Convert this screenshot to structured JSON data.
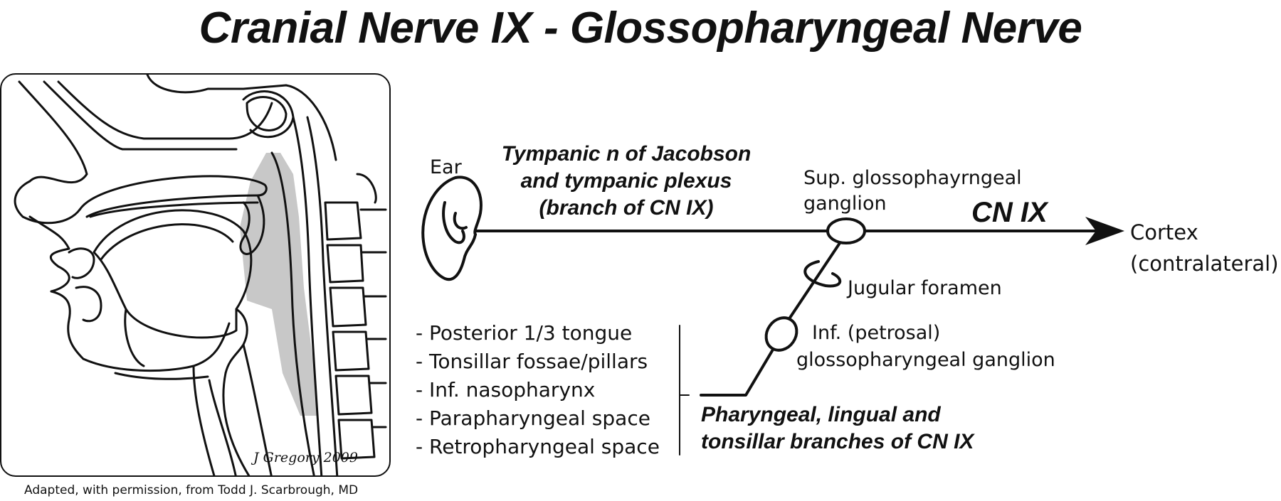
{
  "title": "Cranial Nerve IX - Glossopharyngeal Nerve",
  "labels": {
    "ear": "Ear",
    "tympanic": [
      "Tympanic n of Jacobson",
      "and tympanic plexus",
      "(branch of CN IX)"
    ],
    "sup_ganglion": [
      "Sup. glossophayrngeal",
      "ganglion"
    ],
    "cn_ix": "CN IX",
    "cortex": [
      "Cortex",
      "(contralateral)"
    ],
    "jugular": "Jugular foramen",
    "inf_ganglion": [
      "Inf. (petrosal)",
      "glossopharyngeal ganglion"
    ],
    "branches": [
      "Pharyngeal, lingual and",
      "tonsillar branches of CN IX"
    ]
  },
  "list_items": [
    "- Posterior 1/3 tongue",
    "- Tonsillar fossae/pillars",
    "- Inf. nasopharynx",
    "- Parapharyngeal space",
    "- Retropharyngeal space"
  ],
  "illustration": {
    "signature": "J Gregory 2009",
    "credit": "Adapted, with permission, from Todd J. Scarbrough, MD",
    "shade_color": "#c8c8c8"
  }
}
